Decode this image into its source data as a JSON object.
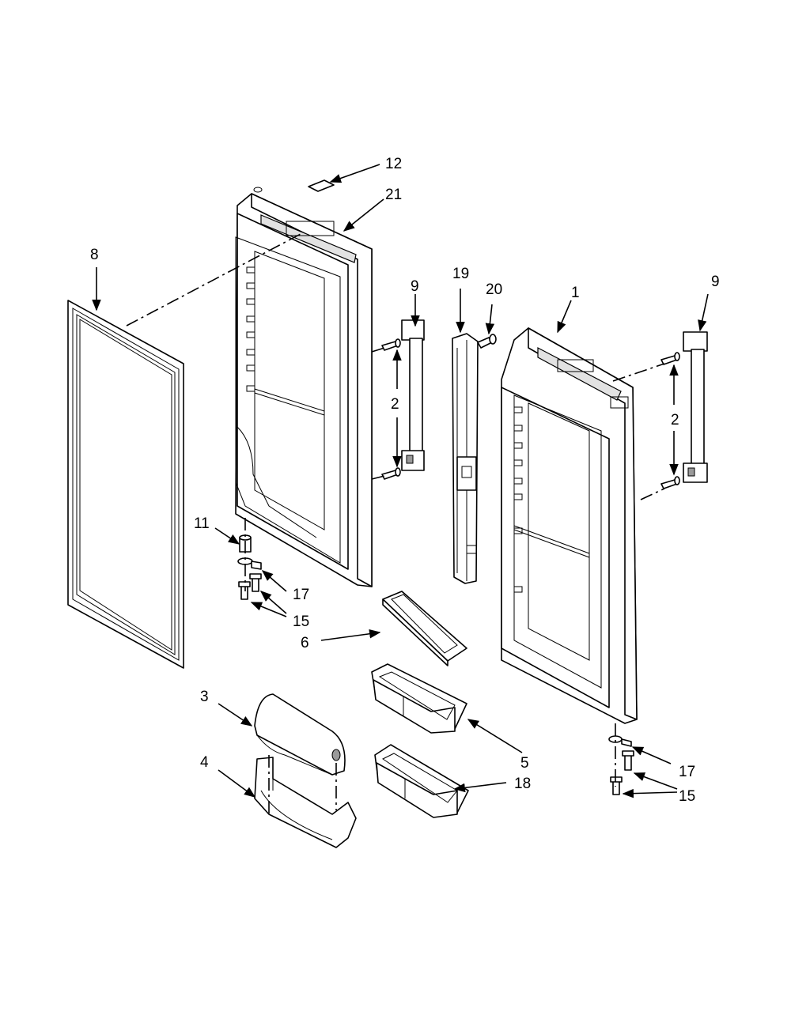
{
  "callouts": {
    "c1": "1",
    "c2a": "2",
    "c2b": "2",
    "c3": "3",
    "c4": "4",
    "c5": "5",
    "c6": "6",
    "c8": "8",
    "c9a": "9",
    "c9b": "9",
    "c11": "11",
    "c12": "12",
    "c15a": "15",
    "c15b": "15",
    "c17a": "17",
    "c17b": "17",
    "c18": "18",
    "c19": "19",
    "c20": "20",
    "c21": "21"
  }
}
